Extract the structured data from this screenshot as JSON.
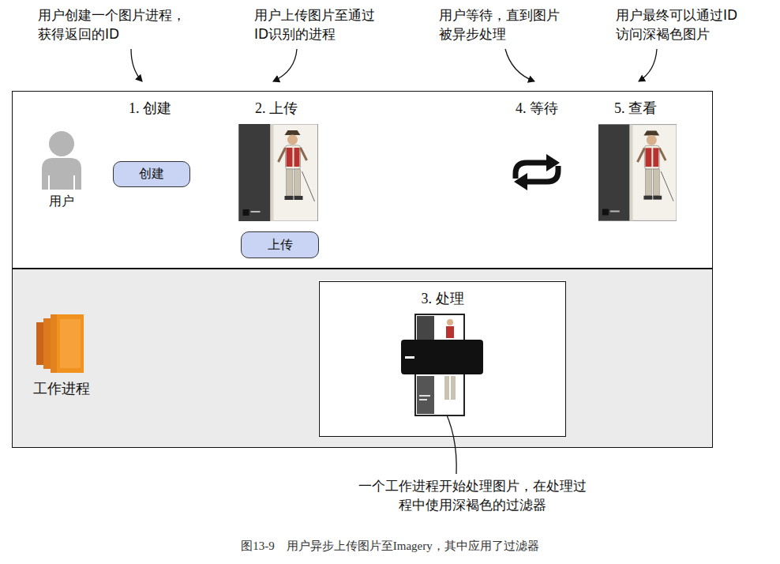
{
  "diagram": {
    "caption": "图13-9　用户异步上传图片至Imagery，其中应用了过滤器",
    "nodes": [
      {
        "text": [
          "用户"
        ]
      },
      {
        "text": [
          "创建"
        ],
        "in": 0
      },
      {
        "text": [
          "上传"
        ],
        "in": 0
      },
      {
        "text": [
          "工作进程"
        ]
      },
      {
        "text": [
          "3. 处理"
        ],
        "in": 3
      }
    ],
    "labels": [
      "用户创建一个图片进程，获得返回的ID",
      "用户上传图片至通过ID识别的进程",
      "用户等待，直到图片被异步处理",
      "用户最终可以通过ID访问深褐色图片",
      "1. 创建",
      "2. 上传",
      "4. 等待",
      "5. 查看",
      "一个工作进程开始处理图片，在处理过程中使用深褐色的过滤器"
    ]
  }
}
